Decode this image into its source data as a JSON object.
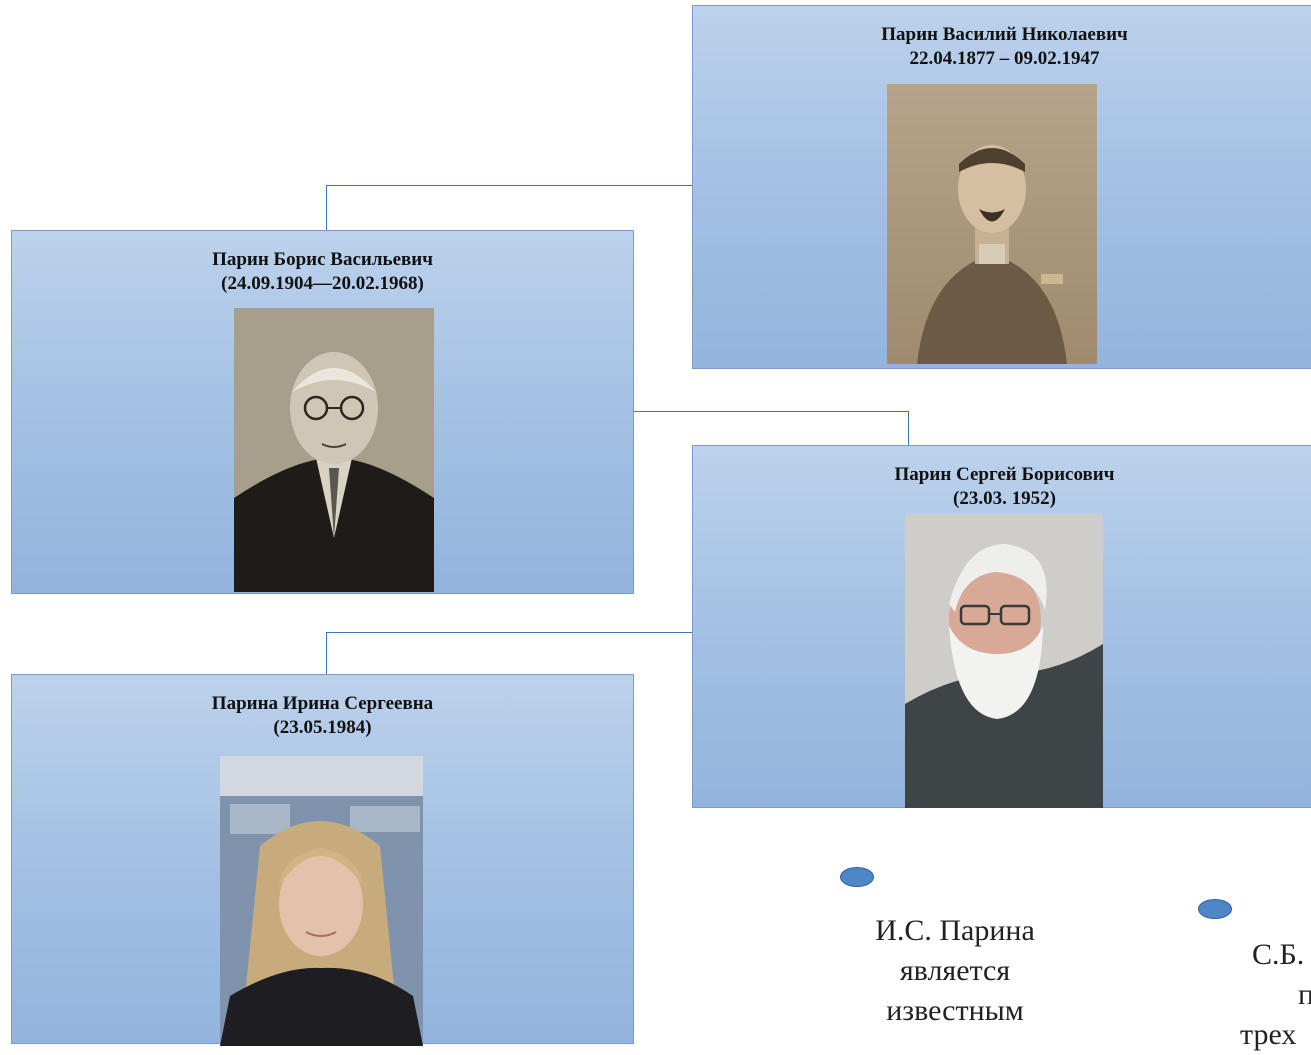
{
  "people": [
    {
      "id": "vasily",
      "name": "Парин Василий Николаевич",
      "dates": "22.04.1877 – 09.02.1947"
    },
    {
      "id": "boris",
      "name": "Парин Борис Васильевич",
      "dates": "(24.09.1904—20.02.1968)"
    },
    {
      "id": "sergey",
      "name": "Парин Сергей Борисович",
      "dates": "(23.03. 1952)"
    },
    {
      "id": "irina",
      "name": "Парина Ирина Сергеевна",
      "dates": "(23.05.1984)"
    }
  ],
  "captions": {
    "first": [
      "И.С. Парина",
      "является",
      "известным"
    ],
    "second": [
      "С.Б.",
      "п",
      "трех"
    ]
  },
  "colors": {
    "card_top": "#bcd2ec",
    "card_bottom": "#93b4de",
    "card_border": "#7a9ccb",
    "connector": "#3f73b8",
    "bullet": "#4f86c8"
  }
}
